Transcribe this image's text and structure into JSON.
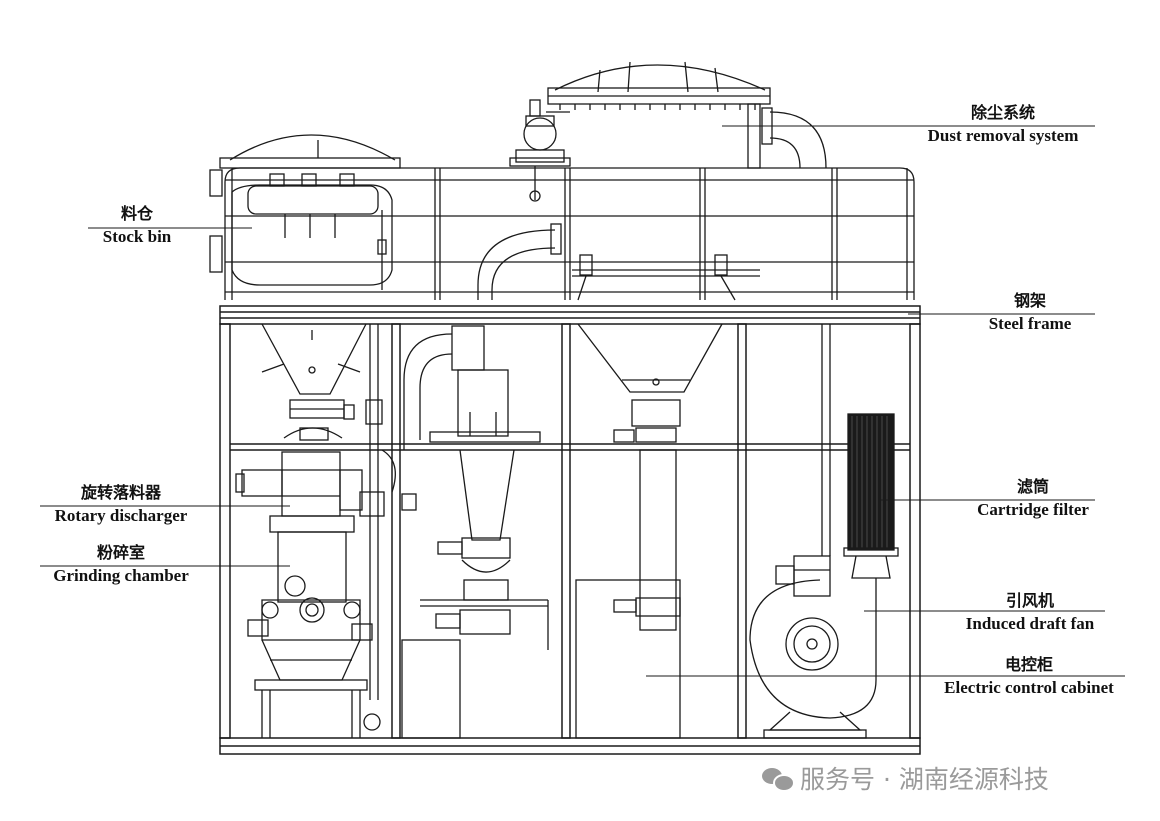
{
  "labels": {
    "dust_removal": {
      "zh": "除尘系统",
      "en": "Dust removal system"
    },
    "stock_bin": {
      "zh": "料仓",
      "en": "Stock bin"
    },
    "steel_frame": {
      "zh": "钢架",
      "en": "Steel frame"
    },
    "rotary_discharger": {
      "zh": "旋转落料器",
      "en": "Rotary discharger"
    },
    "grinding_chamber": {
      "zh": "粉碎室",
      "en": "Grinding chamber"
    },
    "cartridge_filter": {
      "zh": "滤筒",
      "en": "Cartridge filter"
    },
    "induced_draft_fan": {
      "zh": "引风机",
      "en": "Induced draft fan"
    },
    "electric_cabinet": {
      "zh": "电控柜",
      "en": "Electric control cabinet"
    }
  },
  "watermark": {
    "text": "服务号 · 湖南经源科技",
    "icon": "wechat-icon"
  }
}
